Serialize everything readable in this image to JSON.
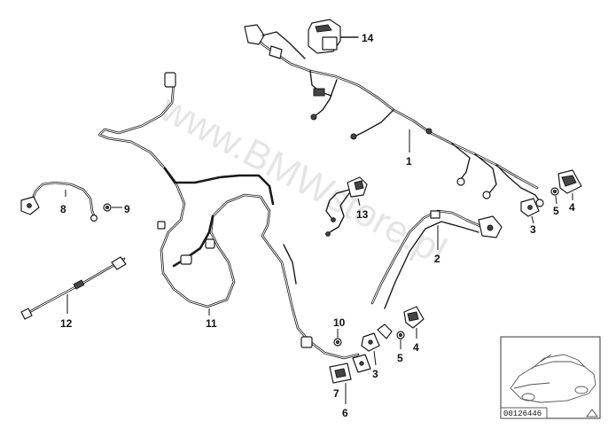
{
  "watermark": "www.BMWstore.pl",
  "reference_number": "00126446",
  "callouts": [
    "1",
    "2",
    "3",
    "3",
    "4",
    "4",
    "5",
    "5",
    "6",
    "7",
    "8",
    "9",
    "10",
    "11",
    "12",
    "13",
    "14"
  ]
}
